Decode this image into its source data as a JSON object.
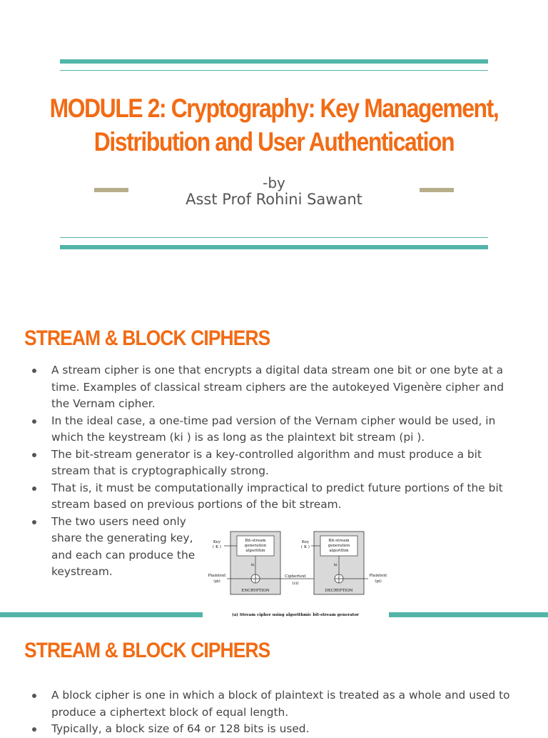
{
  "title_slide": {
    "title_line1": "MODULE 2: Cryptography: Key Management,",
    "title_line2": "Distribution and User Authentication",
    "by_label": "-by",
    "author": "Asst Prof Rohini Sawant"
  },
  "slide2": {
    "heading": "STREAM & BLOCK CIPHERS",
    "bullets": [
      "A stream cipher is one that encrypts a digital data stream one bit or one byte at a time. Examples of classical stream ciphers are the autokeyed Vigenère cipher and the Vernam cipher.",
      "In the ideal case, a one-time pad version of the Vernam cipher would be used, in which the keystream (ki ) is as long as the plaintext bit stream (pi ).",
      "The bit-stream generator is a key-controlled algorithm and must produce a bit stream that is cryptographically strong.",
      "That is, it must be computationally impractical to predict future portions of the bit stream based on previous portions of the bit stream.",
      "The two users need only share the generating key, and each can produce the keystream."
    ],
    "diagram": {
      "key_label": "Key",
      "key_symbol": "( K )",
      "generator_line1": "Bit-stream",
      "generator_line2": "generation",
      "generator_line3": "algorithm",
      "ki_label": "ki",
      "plaintext_label": "Plaintext",
      "plaintext_symbol": "(pi)",
      "ciphertext_label": "Ciphertext",
      "ciphertext_symbol": "(ci)",
      "encryption_label": "ENCRYPTION",
      "decryption_label": "DECRYPTION",
      "caption": "(a) Stream cipher using algorithmic bit-stream generator"
    }
  },
  "slide3": {
    "heading": "STREAM & BLOCK CIPHERS",
    "bullets": [
      "A block cipher is one in which a block of plaintext is treated as a whole and used to produce a ciphertext block of equal length.",
      "Typically, a block size of 64 or 128 bits is used."
    ]
  },
  "colors": {
    "accent_orange": "#f26b14",
    "teal_rule": "#52b5a8",
    "gold_dash": "#b8ad8a",
    "body_text": "#444444"
  }
}
